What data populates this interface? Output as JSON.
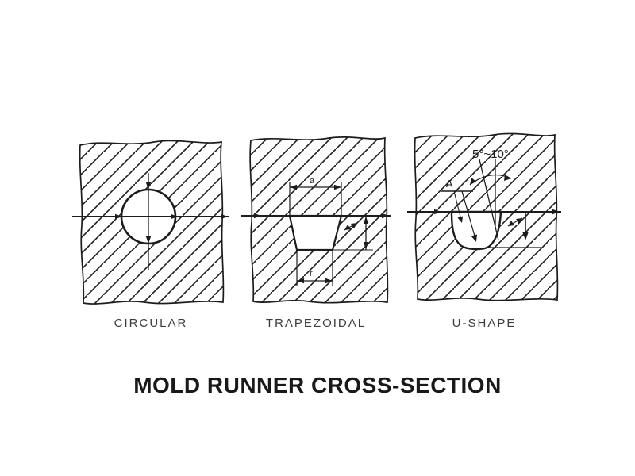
{
  "title": "MOLD RUNNER CROSS-SECTION",
  "colors": {
    "ink": "#1c1c1c",
    "background": "#ffffff"
  },
  "figures": [
    {
      "id": "circular",
      "label": "CIRCULAR",
      "annotations": {}
    },
    {
      "id": "trapezoidal",
      "label": "TRAPEZOIDAL",
      "annotations": {
        "top_width": "a",
        "bottom_width": "r"
      }
    },
    {
      "id": "u-shape",
      "label": "U-SHAPE",
      "annotations": {
        "draft_angle": "5°~10°",
        "corner_label": "A"
      }
    }
  ]
}
